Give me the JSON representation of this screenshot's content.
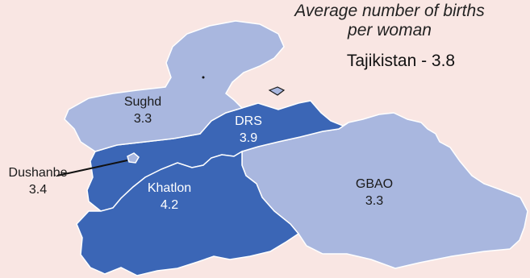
{
  "title_line1": "Average number of births",
  "title_line2": "per woman",
  "national": "Tajikistan - 3.8",
  "colors": {
    "background": "#f9e6e3",
    "high": "#3b66b6",
    "low": "#a9b7df",
    "border": "#ffffff"
  },
  "regions": [
    {
      "name": "Sughd",
      "value": "3.3",
      "shade": "low"
    },
    {
      "name": "DRS",
      "value": "3.9",
      "shade": "high"
    },
    {
      "name": "Dushanbe",
      "value": "3.4",
      "shade": "low"
    },
    {
      "name": "Khatlon",
      "value": "4.2",
      "shade": "high"
    },
    {
      "name": "GBAO",
      "value": "3.3",
      "shade": "low"
    }
  ]
}
